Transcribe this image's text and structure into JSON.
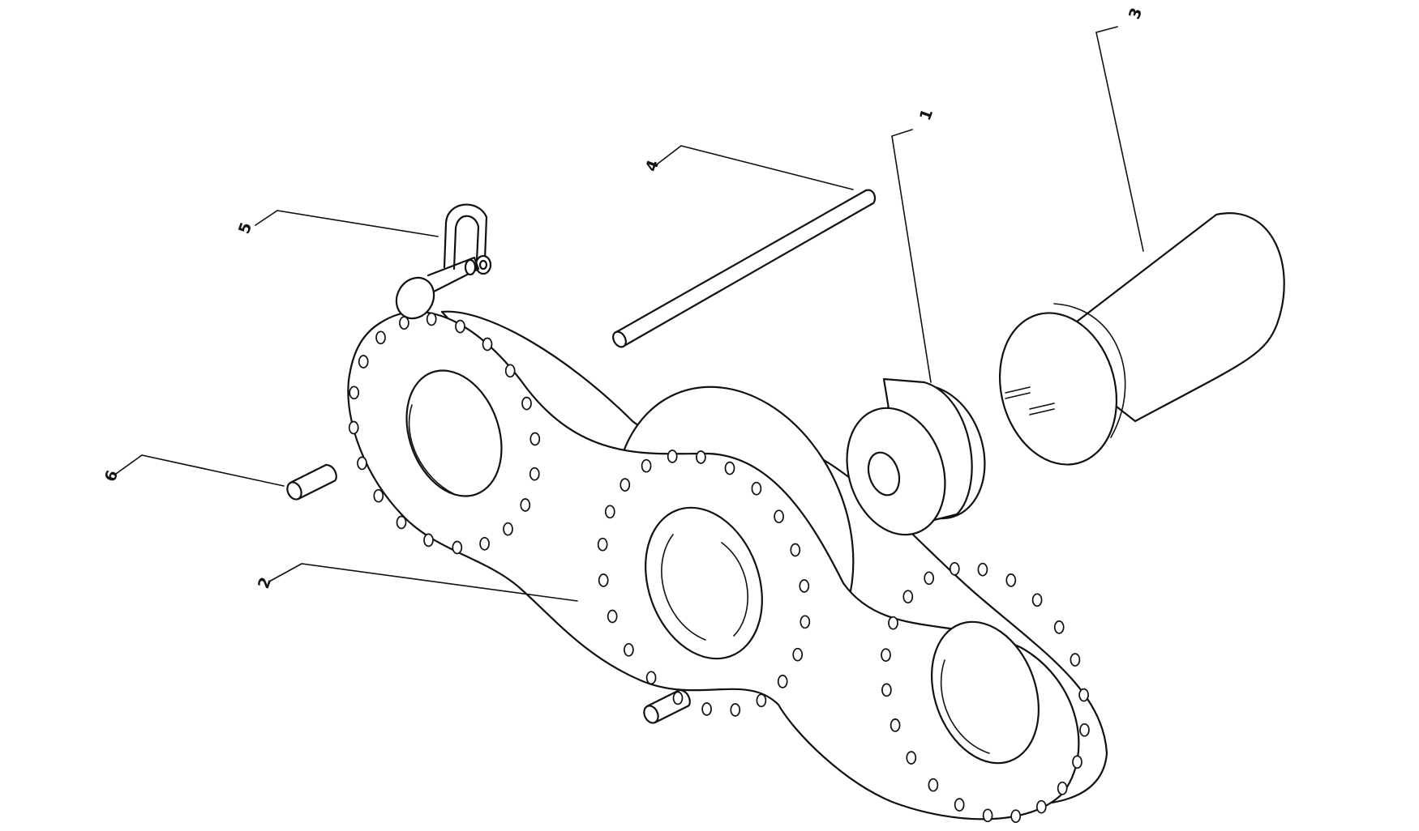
{
  "callouts": {
    "c1": {
      "label": "1",
      "part": "bushing"
    },
    "c2": {
      "label": "2",
      "part": "triple-link-plate"
    },
    "c3": {
      "label": "3",
      "part": "cylindrical-cap"
    },
    "c4": {
      "label": "4",
      "part": "long-pin-rod"
    },
    "c5": {
      "label": "5",
      "part": "shackle"
    },
    "c6": {
      "label": "6",
      "part": "dowel-pin"
    }
  },
  "colors": {
    "line": "#111111",
    "background": "#ffffff"
  }
}
